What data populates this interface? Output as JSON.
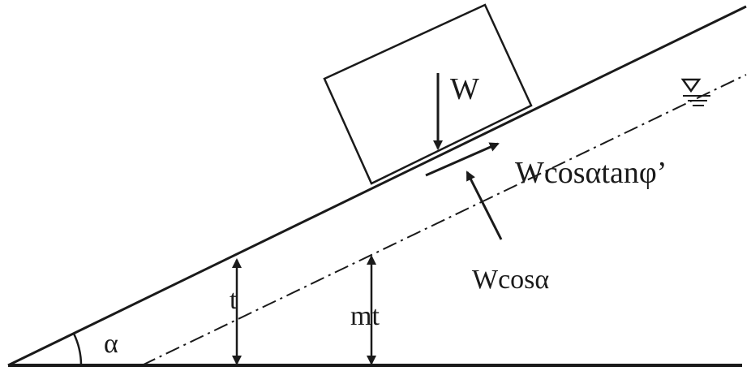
{
  "diagram": {
    "labels": {
      "weight": "W",
      "friction": "Wcosαtanφ’",
      "normal": "Wcosα",
      "thickness": "t",
      "water_depth": "mt",
      "angle": "α"
    },
    "colors": {
      "ink": "#1a1a1a",
      "background": "#ffffff"
    },
    "icons": {
      "water_table": "water-table-symbol"
    }
  }
}
